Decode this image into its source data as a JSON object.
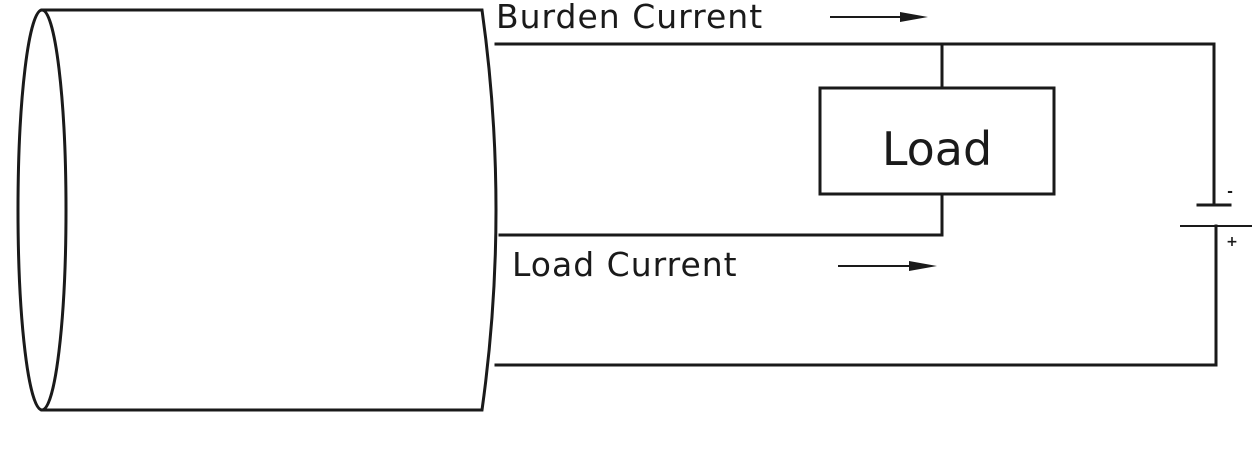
{
  "labels": {
    "burden_current": "Burden Current",
    "load_current": "Load Current",
    "load": "Load",
    "negative_terminal": "-",
    "positive_terminal": "+"
  },
  "colors": {
    "ink": "#1a1a1a",
    "background": "#ffffff"
  }
}
